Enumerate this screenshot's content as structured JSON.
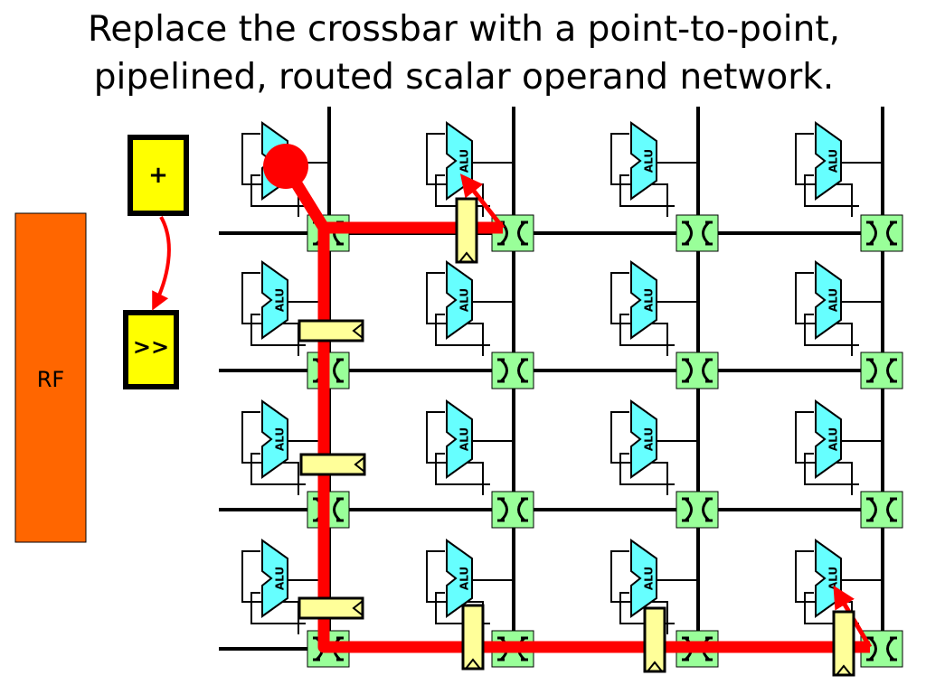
{
  "title": {
    "line1": "Replace the crossbar with a point-to-point,",
    "line2": "pipelined, routed scalar operand network."
  },
  "register_file": {
    "label": "RF"
  },
  "instructions": [
    {
      "label": "+"
    },
    {
      "label": ">>"
    }
  ],
  "alu_label": "ALU",
  "grid": {
    "rows": 4,
    "cols": 4
  },
  "colors": {
    "register_file": "#ff6600",
    "instruction_box": "#ffff00",
    "alu": "#66ffff",
    "switch": "#99ff99",
    "route": "#ff0000",
    "pipeline_register": "#ffff99"
  }
}
